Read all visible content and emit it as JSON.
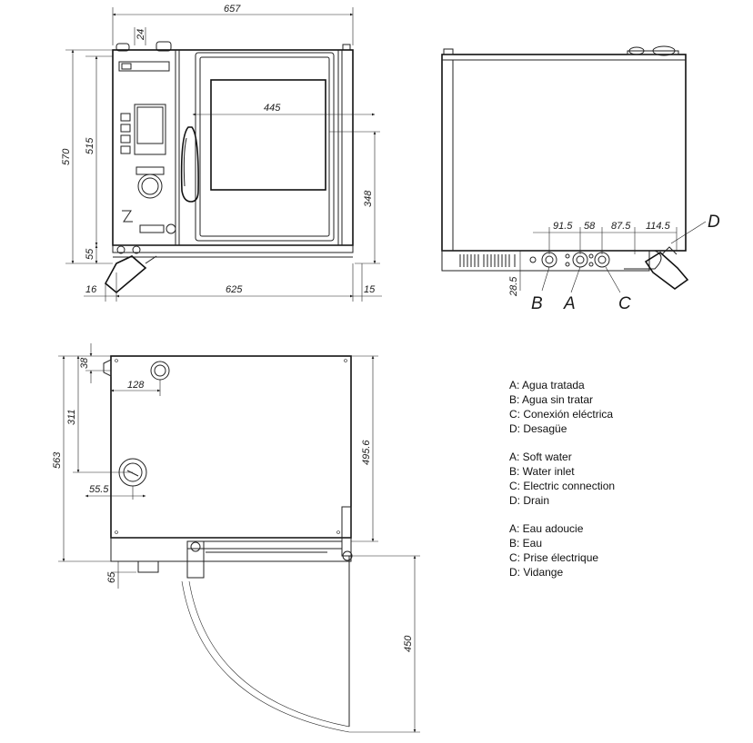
{
  "dimensions": {
    "front_width": "657",
    "knob_offset": "24",
    "total_height": "570",
    "body_height": "515",
    "foot_height": "55",
    "window_width": "445",
    "window_height": "348",
    "left_overhang": "16",
    "base_width": "625",
    "right_overhang": "15",
    "pipe_spacing_1": "91.5",
    "pipe_spacing_2": "58",
    "pipe_spacing_3": "87.5",
    "pipe_spacing_4": "114.5",
    "pipe_height": "28.5",
    "top_offset": "38",
    "top_inlet_depth": "311",
    "top_depth": "563",
    "top_inlet_x": "128",
    "drain_x": "55.5",
    "top_right_depth": "495.6",
    "door_offset": "65",
    "door_swing": "450"
  },
  "connection_letters": {
    "a": "A",
    "b": "B",
    "c": "C",
    "d": "D"
  },
  "legend": [
    [
      "A: Agua tratada",
      "B: Agua sin tratar",
      "C: Conexión eléctrica",
      "D: Desagüe"
    ],
    [
      "A: Soft water",
      "B: Water inlet",
      "C: Electric connection",
      "D: Drain"
    ],
    [
      "A: Eau adoucie",
      "B: Eau",
      "C: Prise électrique",
      "D: Vidange"
    ]
  ]
}
